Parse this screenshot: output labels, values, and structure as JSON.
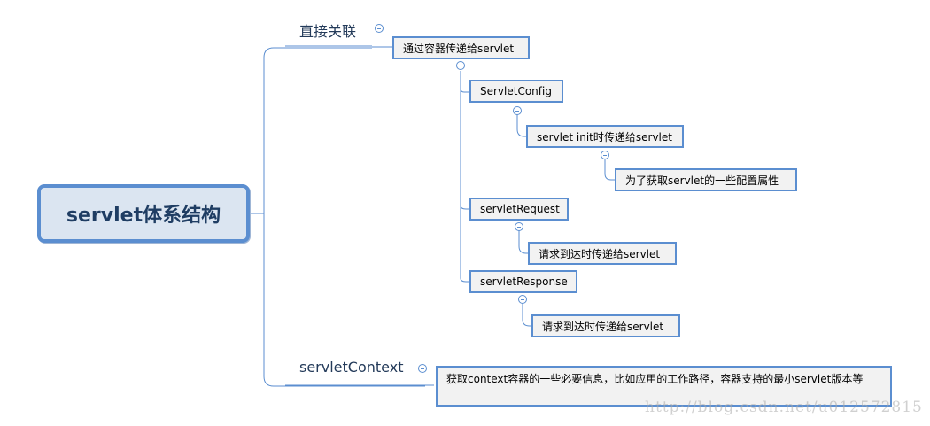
{
  "root": {
    "label": "servlet体系结构"
  },
  "branches": {
    "direct": {
      "label": "直接关联",
      "child": {
        "label": "通过容器传递给servlet",
        "children": {
          "config": {
            "label": "ServletConfig",
            "child": {
              "label": "servlet init时传递给servlet",
              "child": {
                "label": "为了获取servlet的一些配置属性"
              }
            }
          },
          "request": {
            "label": "servletRequest",
            "child": {
              "label": "请求到达时传递给servlet"
            }
          },
          "response": {
            "label": "servletResponse",
            "child": {
              "label": "请求到达时传递给servlet"
            }
          }
        }
      }
    },
    "context": {
      "label": "servletContext",
      "child": {
        "label": "获取context容器的一些必要信息，比如应用的工作路径，容器支持的最小servlet版本等"
      }
    }
  },
  "watermark": "http://blog.csdn.net/u012572815",
  "colors": {
    "node_border": "#5b8ed0",
    "node_fill": "#f2f2f2",
    "root_fill": "#dbe5f1",
    "line": "#5b8ed0"
  },
  "icons": {
    "collapse": "minus-circle-icon"
  }
}
